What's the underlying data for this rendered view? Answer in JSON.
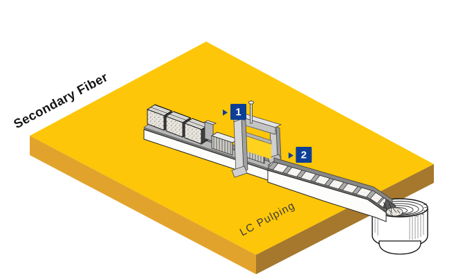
{
  "diagram": {
    "title": "Secondary Fiber",
    "process_label": "LC Pulping",
    "markers": [
      {
        "label": "1"
      },
      {
        "label": "2"
      }
    ],
    "icons": {
      "marker_pointer": "right-triangle"
    },
    "colors": {
      "platform_top": "#FDC608",
      "platform_front": "#E2A32C",
      "platform_side": "#A5782D",
      "marker_blue": "#0D3F96",
      "marker_text": "#FFFFFF",
      "title_color": "#141414",
      "process_label_color": "#3B3B3B"
    }
  }
}
